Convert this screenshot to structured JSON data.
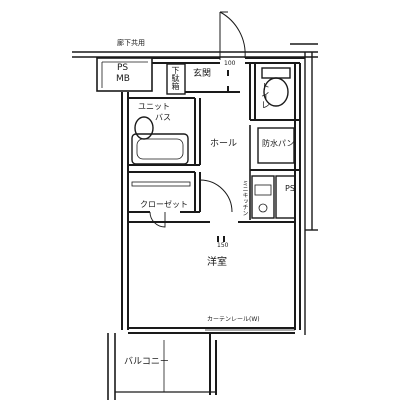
{
  "labels": {
    "corridor_shared": "廊下共用",
    "ps_mb_top": "PS",
    "ps_mb_bottom": "MB",
    "shoe_box": "下駄箱",
    "entrance": "玄関",
    "toilet": "トイレ",
    "unit_bath_line1": "ユニット",
    "unit_bath_line2": "バス",
    "hall": "ホール",
    "waterproof_pan": "防水パン",
    "mini_kitchen": "ミニキッチン",
    "ps_side": "PS",
    "closet": "クローゼット",
    "western_room": "洋室",
    "curtain_rail": "カーテンレール(W)",
    "balcony": "バルコニー",
    "ch_upper": "100",
    "ch_lower": "150"
  },
  "colors": {
    "line": "#1a1a1a",
    "wall_fill": "#ffffff",
    "background": "#ffffff"
  }
}
